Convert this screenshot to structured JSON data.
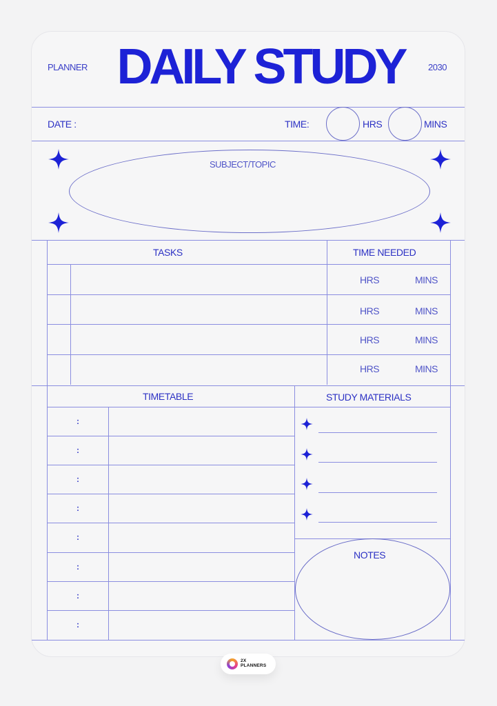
{
  "header": {
    "left_label": "PLANNER",
    "title": "DAILY STUDY",
    "year": "2030"
  },
  "date_row": {
    "date_label": "DATE :",
    "time_label": "TIME:",
    "hrs_label": "HRS",
    "mins_label": "MINS"
  },
  "subject": {
    "label": "SUBJECT/TOPIC"
  },
  "tasks": {
    "header": "TASKS",
    "time_header": "TIME NEEDED",
    "rows": [
      {
        "hrs": "HRS",
        "mins": "MINS"
      },
      {
        "hrs": "HRS",
        "mins": "MINS"
      },
      {
        "hrs": "HRS",
        "mins": "MINS"
      },
      {
        "hrs": "HRS",
        "mins": "MINS"
      }
    ]
  },
  "timetable": {
    "header": "TIMETABLE",
    "rows": [
      ":",
      ":",
      ":",
      ":",
      ":",
      ":",
      ":",
      ":"
    ]
  },
  "study_materials": {
    "header": "STUDY MATERIALS",
    "item_count": 4
  },
  "notes": {
    "label": "NOTES"
  },
  "badge": {
    "line1": "2X",
    "line2": "PLANNERS"
  },
  "colors": {
    "accent": "#1d22d6",
    "line": "#8a8de0",
    "text": "#3b40c8",
    "background": "#f3f3f4",
    "card": "#f6f6f7"
  }
}
